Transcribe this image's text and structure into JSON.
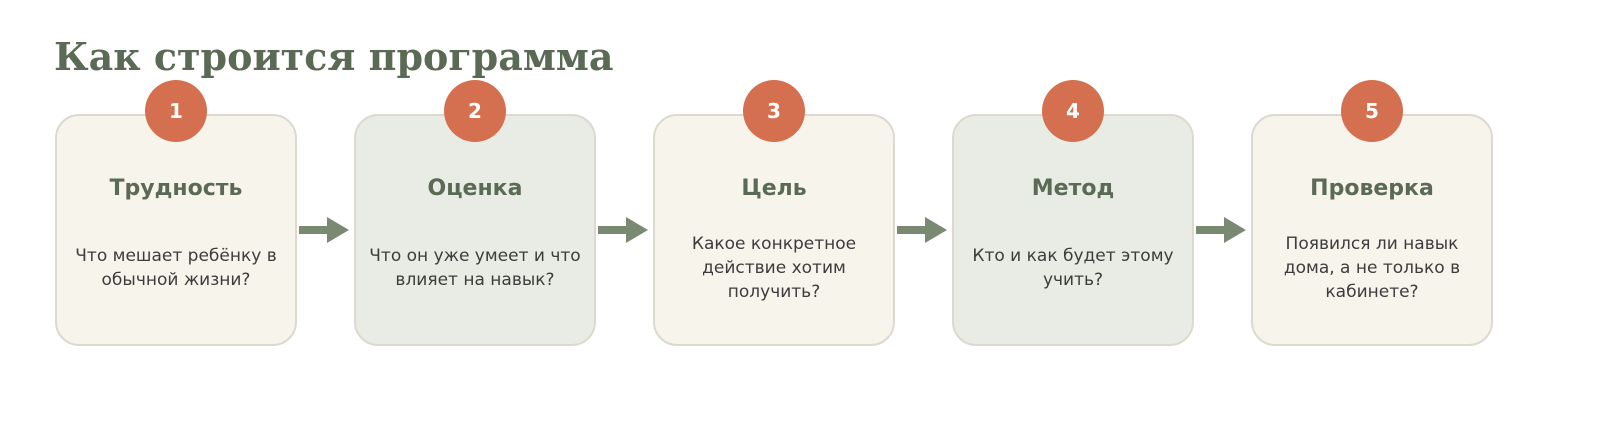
{
  "title": "Как строится программа",
  "steps": [
    {
      "number": "1",
      "title": "Трудность",
      "text": "Что мешает ребёнку в обычной жизни?"
    },
    {
      "number": "2",
      "title": "Оценка",
      "text": "Что он уже умеет и что влияет на навык?"
    },
    {
      "number": "3",
      "title": "Цель",
      "text": "Какое конкретное действие хотим получить?"
    },
    {
      "number": "4",
      "title": "Метод",
      "text": "Кто и как будет этому учить?"
    },
    {
      "number": "5",
      "title": "Проверка",
      "text": "Появился ли навык дома, а не только в кабинете?"
    }
  ],
  "colors": {
    "title": "#5b6a55",
    "badge": "#d4704f",
    "card_light": "#f7f4ec",
    "card_green": "#e8ece4",
    "arrow": "#7a8a72"
  }
}
